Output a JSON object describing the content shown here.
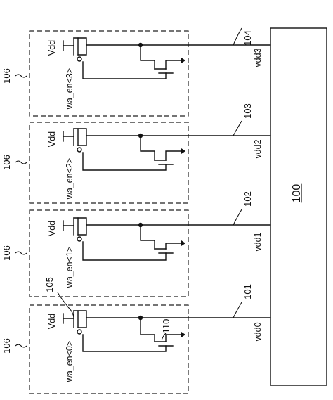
{
  "block": {
    "label": "100"
  },
  "supply_source": "Vdd",
  "cells": [
    {
      "id": "106",
      "enable": "wa_en<3>",
      "rail": "vdd3",
      "line_ref": "104"
    },
    {
      "id": "106",
      "enable": "wa_en<2>",
      "rail": "vdd2",
      "line_ref": "103"
    },
    {
      "id": "106",
      "enable": "wa_en<1>",
      "rail": "vdd1",
      "line_ref": "102"
    },
    {
      "id": "106",
      "enable": "wa_en<0>",
      "rail": "vdd0",
      "line_ref": "101"
    }
  ],
  "callouts": {
    "switch_transistor": "105",
    "clamp_transistor": "110"
  }
}
